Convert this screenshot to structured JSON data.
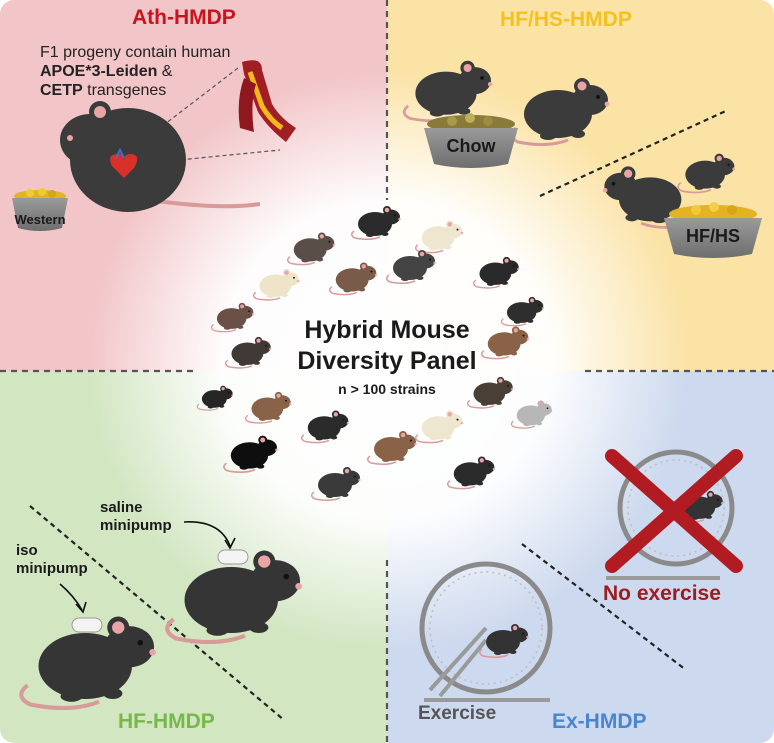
{
  "panel": {
    "center": {
      "title_line1": "Hybrid Mouse",
      "title_line2": "Diversity Panel",
      "subtitle": "n > 100 strains"
    },
    "ath": {
      "title": "Ath-HMDP",
      "description_line1": "F1 progeny contain human",
      "description_bold2": "APOE*3-Leiden",
      "description_rest2": " &",
      "description_bold3": "CETP",
      "description_rest3": " transgenes",
      "bowl_label": "Western"
    },
    "hfhs": {
      "title": "HF/HS-HMDP",
      "bowl_chow": "Chow",
      "bowl_hfhs": "HF/HS"
    },
    "hf": {
      "title": "HF-HMDP",
      "saline_line1": "saline",
      "saline_line2": "minipump",
      "iso_line1": "iso",
      "iso_line2": "minipump"
    },
    "ex": {
      "title": "Ex-HMDP",
      "exercise_label": "Exercise",
      "no_exercise_label": "No exercise"
    },
    "colors": {
      "ath_bg": "#f2c5c8",
      "hfhs_bg": "#fbe3a6",
      "hf_bg": "#d2e6c2",
      "ex_bg": "#cdd9ee",
      "ath_title": "#c8141c",
      "hfhs_title": "#f4c21f",
      "hf_title": "#78b84a",
      "ex_title": "#4a86cf",
      "no_exercise": "#9e1b20",
      "mouse_dark": "#3b3b3b",
      "mouse_pink": "#e8a5a5"
    }
  }
}
